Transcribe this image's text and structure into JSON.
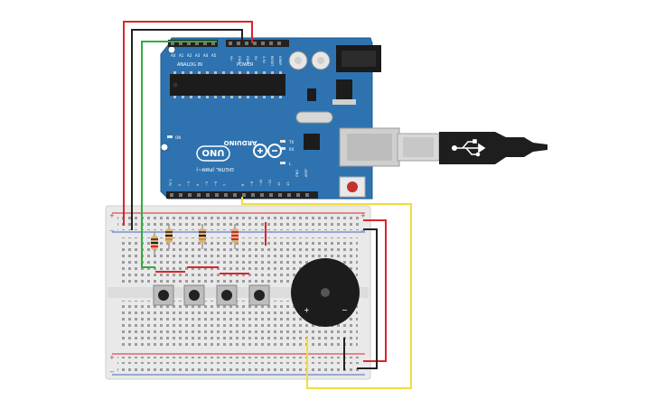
{
  "arduino": {
    "brand": "ARDUINO",
    "model": "UNO",
    "analog_header_label": "ANALOG IN",
    "power_header_label": "POWER",
    "digital_header_label": "DIGITAL (PWM~)",
    "analog_pins": [
      "A0",
      "A1",
      "A2",
      "A3",
      "A4",
      "A5"
    ],
    "power_pins": [
      "IOREF",
      "RESET",
      "3.3V",
      "5V",
      "GND",
      "GND",
      "Vin"
    ],
    "digital_pins": [
      "AREF",
      "GND",
      "13",
      "12",
      "~11",
      "~10",
      "~9",
      "8",
      "7",
      "~6",
      "~5",
      "4",
      "~3",
      "2",
      "TX 1",
      "RX 0"
    ],
    "led_labels": [
      "ON",
      "TX",
      "RX",
      "L"
    ]
  },
  "colors": {
    "board": "#2e73b0",
    "board_dark": "#1f5a8f",
    "wire_red": "#d9262b",
    "wire_black": "#222222",
    "wire_green": "#2fae3f",
    "wire_yellow": "#f2dc3a",
    "breadboard": "#e9e9e9",
    "rail_red": "#d9262b",
    "rail_blue": "#3a6fc4",
    "usb_cable": "#1e1e1e"
  },
  "components": {
    "resistor_count": 4,
    "pushbutton_count": 4,
    "buzzer_plus_label": "+",
    "buzzer_minus_label": "−"
  },
  "icons": [
    "usb-icon",
    "arduino-logo-icon"
  ]
}
